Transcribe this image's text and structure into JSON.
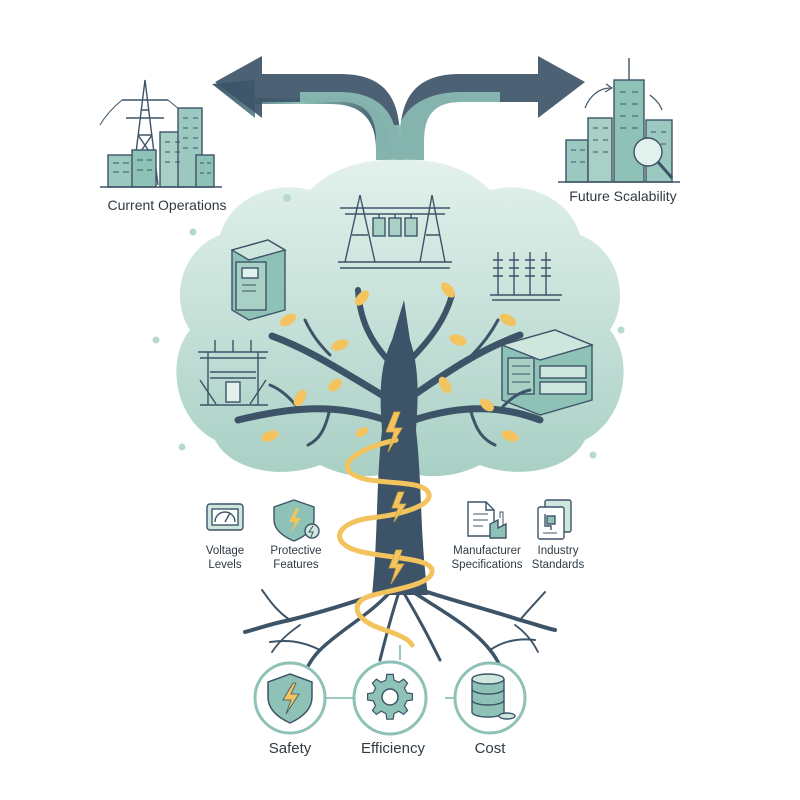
{
  "labels": {
    "current_operations": "Current Operations",
    "future_scalability": "Future Scalability"
  },
  "factors": [
    {
      "line1": "Voltage",
      "line2": "Levels",
      "icon": "voltage-meter-icon"
    },
    {
      "line1": "Protective",
      "line2": "Features",
      "icon": "protective-shield-icon"
    },
    {
      "line1": "Manufacturer",
      "line2": "Specifications",
      "icon": "document-factory-icon"
    },
    {
      "line1": "Industry",
      "line2": "Standards",
      "icon": "standards-document-icon"
    }
  ],
  "outcomes": [
    {
      "label": "Safety",
      "icon": "shield-bolt-icon"
    },
    {
      "label": "Efficiency",
      "icon": "gear-icon"
    },
    {
      "label": "Cost",
      "icon": "coin-stack-icon"
    }
  ],
  "colors": {
    "navy": "#3d5468",
    "teal_light": "#cfe6df",
    "teal": "#8fc2b7",
    "teal_dark": "#6aa89d",
    "gold": "#f3c45e",
    "text": "#2f3a44"
  }
}
